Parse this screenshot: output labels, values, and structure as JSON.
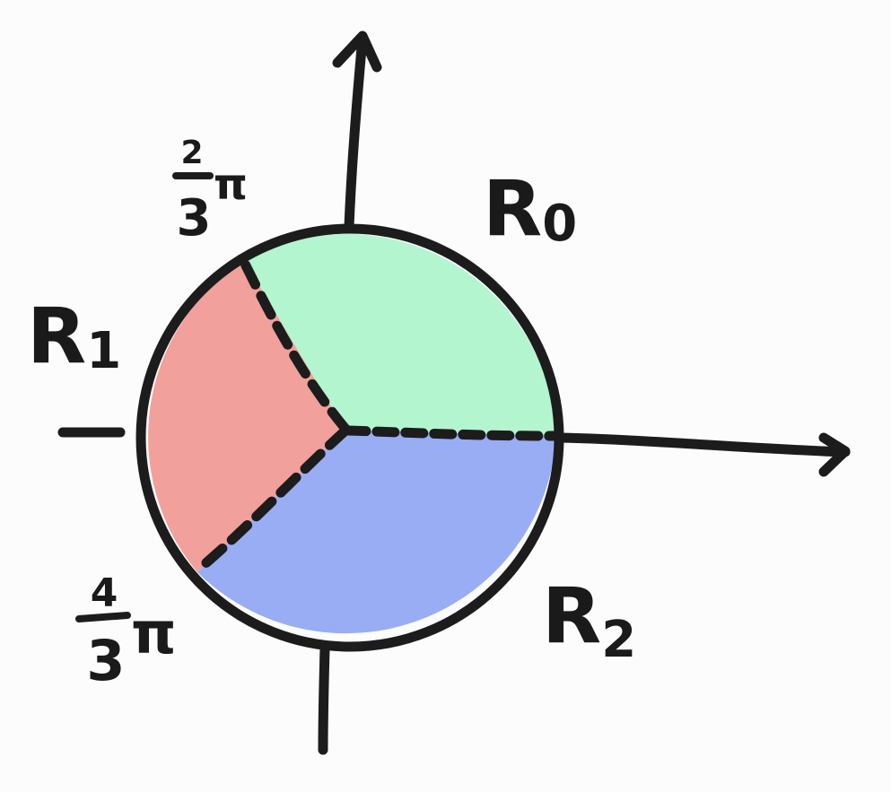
{
  "colors": {
    "background": "#fcfcfc",
    "ink": "#1c1c1c",
    "region_r0": "#b3f5cf",
    "region_r1": "#f1a09c",
    "region_r2": "#98adf4"
  },
  "regions": [
    {
      "id": "r0",
      "label": "R",
      "subscript": "0"
    },
    {
      "id": "r1",
      "label": "R",
      "subscript": "1"
    },
    {
      "id": "r2",
      "label": "R",
      "subscript": "2"
    }
  ],
  "angles": {
    "two_thirds": {
      "numerator": "2",
      "denominator": "3",
      "symbol": "π"
    },
    "four_thirds": {
      "numerator": "4",
      "denominator": "3",
      "symbol": "π"
    }
  }
}
